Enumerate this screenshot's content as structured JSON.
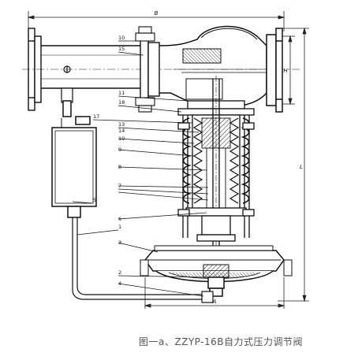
{
  "dimensions": {
    "overall_length": "B",
    "flange_diameter": "H",
    "overall_height": "L",
    "base_width": "A"
  },
  "callouts": [
    "10",
    "15",
    "11",
    "18",
    "17",
    "13",
    "14",
    "10",
    "9",
    "8",
    "7",
    "6",
    "5",
    "1",
    "3",
    "2",
    "4"
  ],
  "caption": "图一a、ZZYP-16B自力式压力调节阀"
}
